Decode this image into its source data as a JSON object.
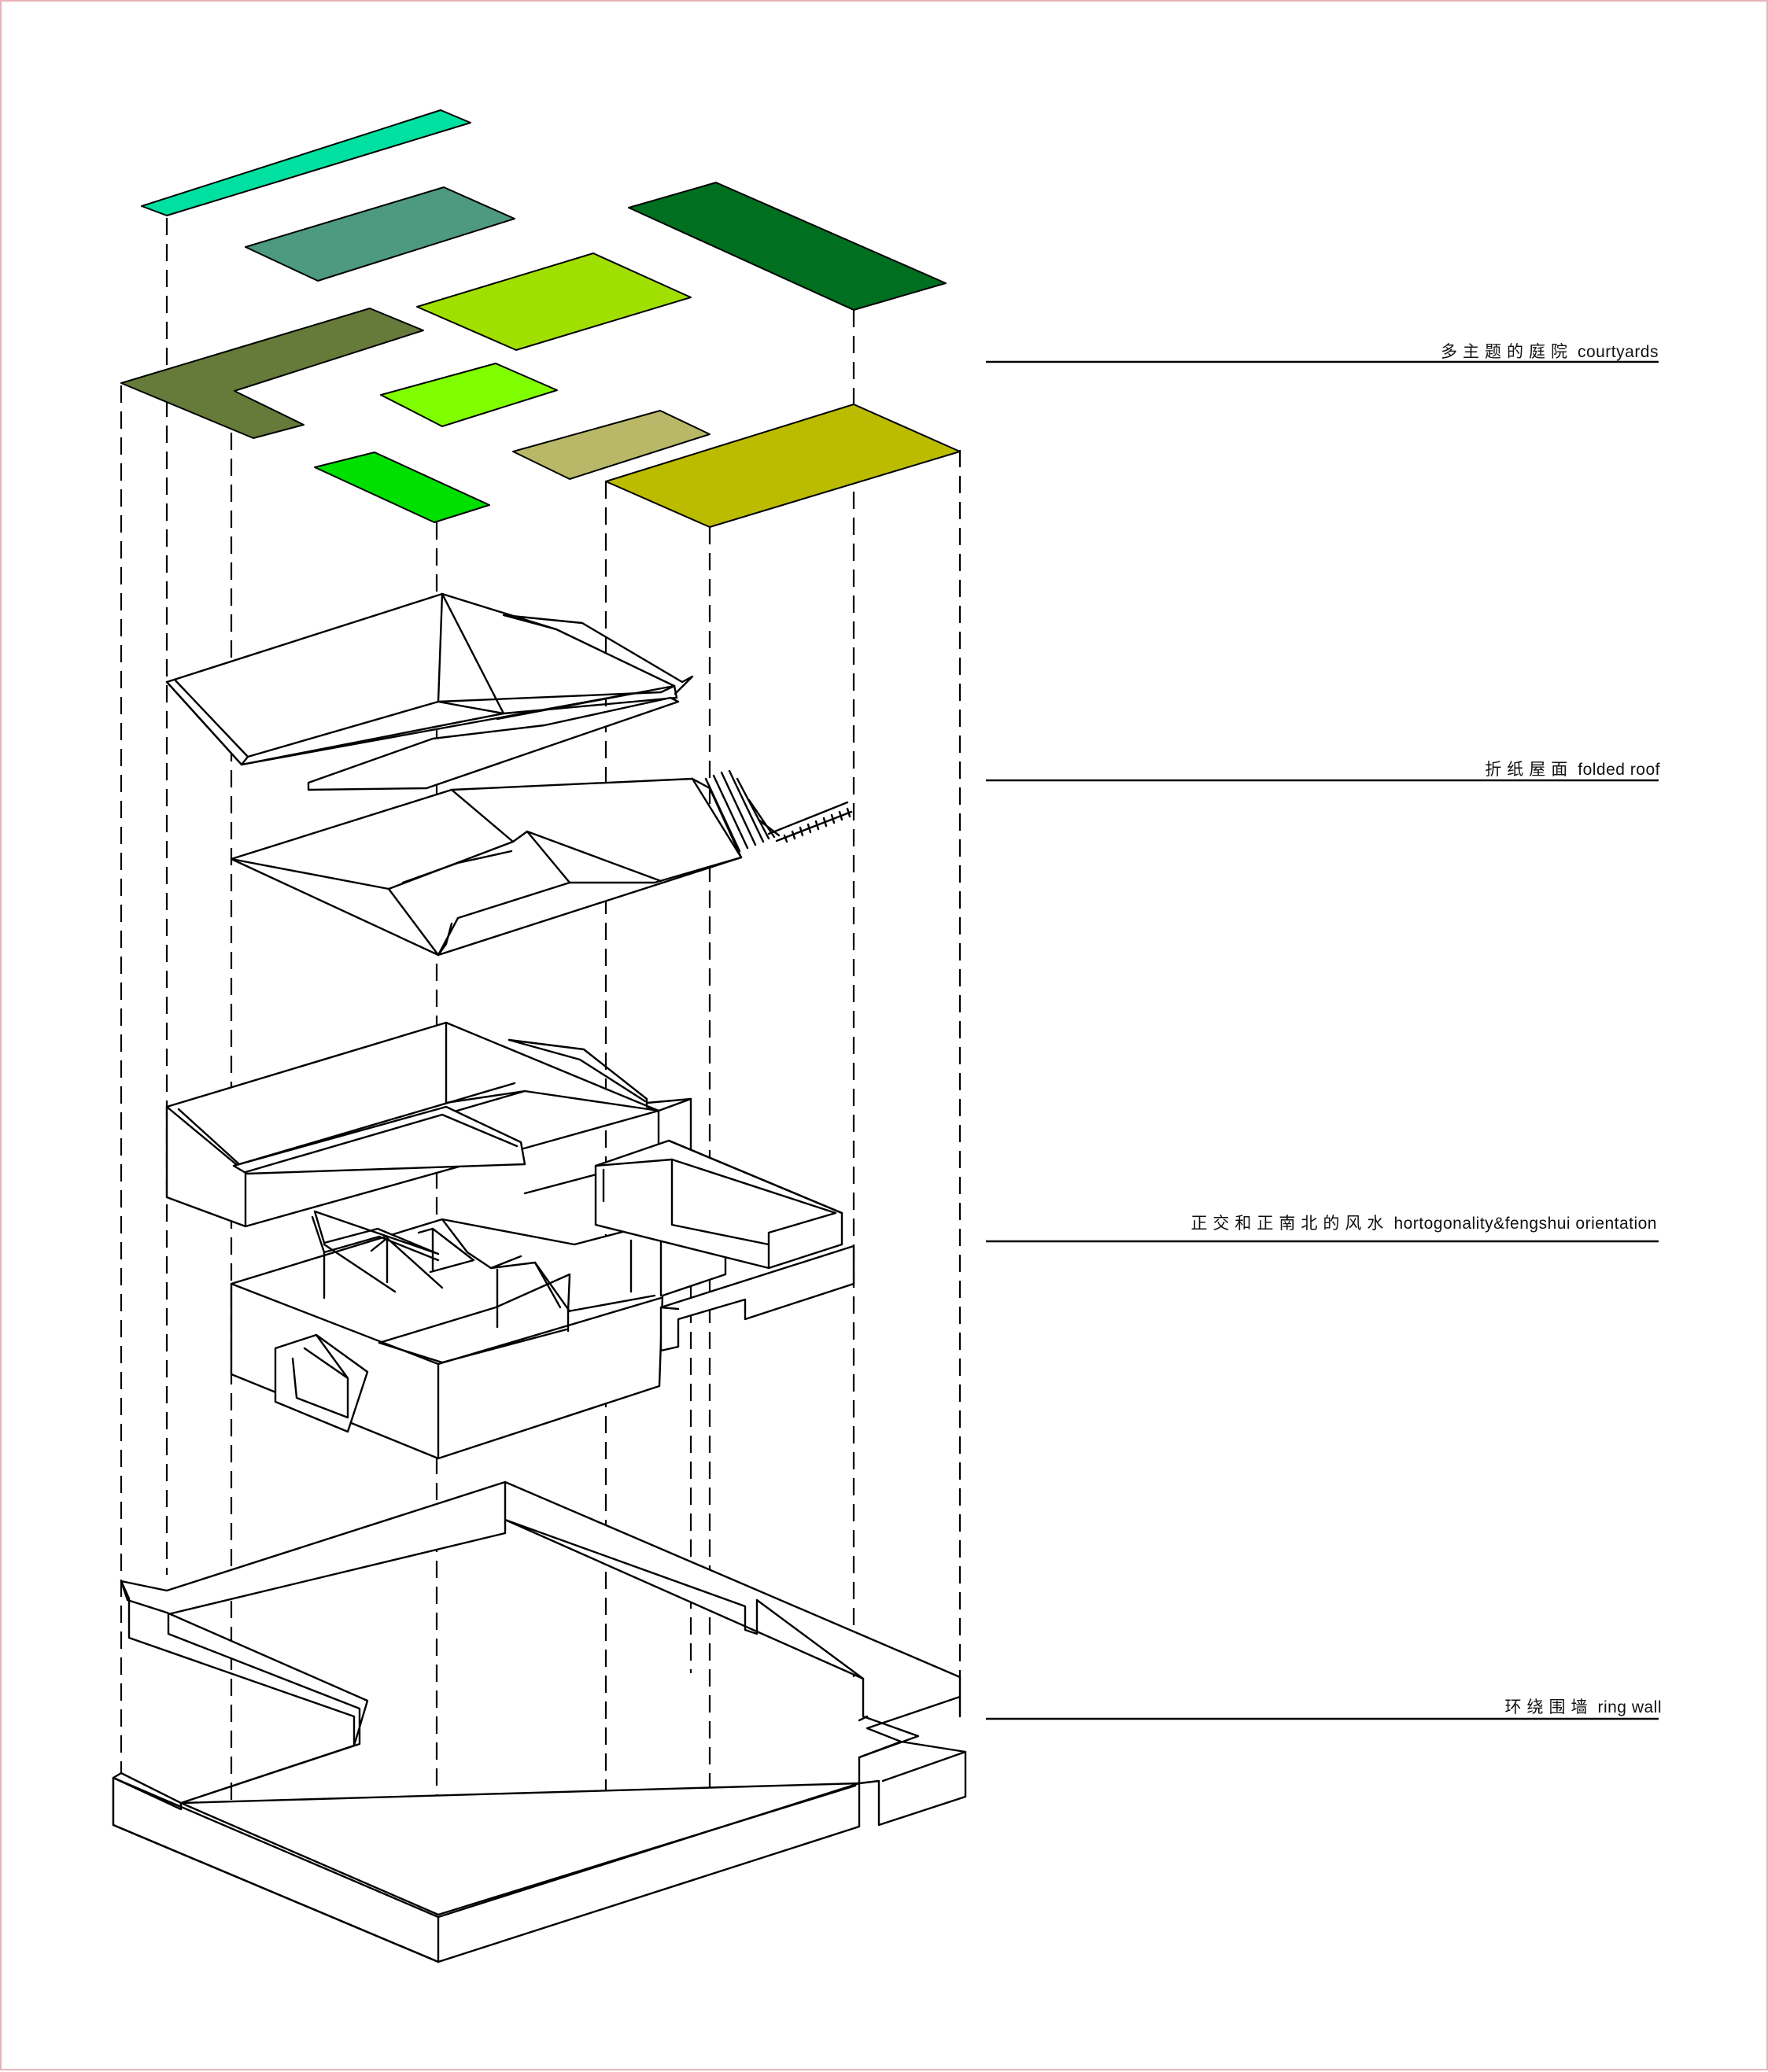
{
  "diagram": {
    "labels": [
      {
        "id": "courtyards",
        "zh": "多主题的庭院",
        "en": "courtyards"
      },
      {
        "id": "folded-roof",
        "zh": "折纸屋面",
        "en": "folded roof"
      },
      {
        "id": "orientation",
        "zh": "正交和正南北的风水",
        "en": "hortogonality&fengshui orientation"
      },
      {
        "id": "ring-wall",
        "zh": "环绕围墙",
        "en": "ring wall"
      }
    ],
    "courtyard_colors": [
      "#00e0a0",
      "#4d9a80",
      "#007020",
      "#a0e000",
      "#667a3a",
      "#80ff00",
      "#b8b868",
      "#00e000",
      "#bbbb00"
    ]
  }
}
